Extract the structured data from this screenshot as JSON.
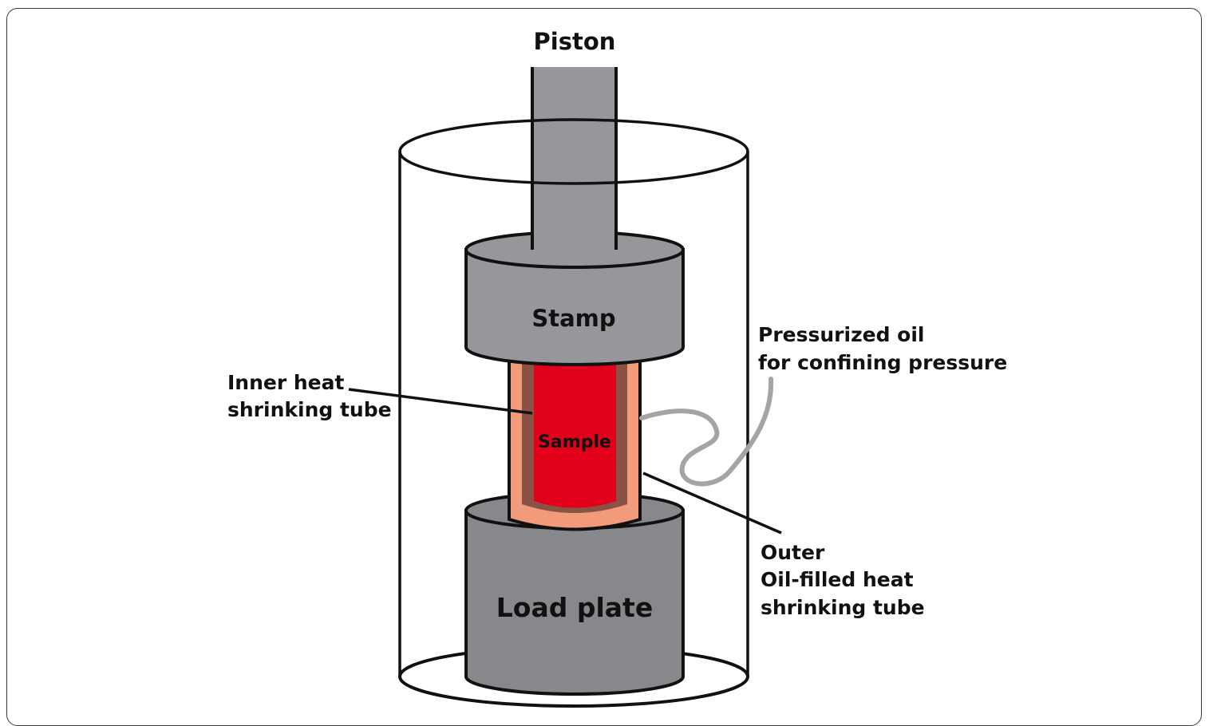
{
  "labels": {
    "piston": "Piston",
    "stamp": "Stamp",
    "sample": "Sample",
    "load_plate": "Load plate",
    "inner_tube": [
      "Inner heat",
      "shrinking tube"
    ],
    "pressurized_oil": [
      "Pressurized oil",
      "for confining pressure"
    ],
    "outer_tube": [
      "Outer",
      "Oil-filled heat",
      "shrinking tube"
    ]
  },
  "colors": {
    "metal": "#96979a",
    "metal_dark": "#87888b",
    "sample": "#e2001a",
    "inner_tube": "#8a5145",
    "outer_tube": "#f19b7b",
    "oil_line": "#a3a4a6",
    "outline": "#111111"
  }
}
